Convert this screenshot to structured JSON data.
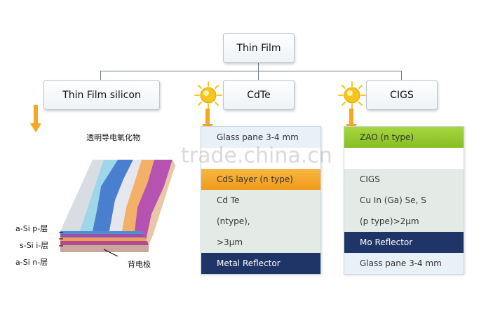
{
  "root": {
    "label": "Thin Film"
  },
  "branches": [
    {
      "label": "Thin Film silicon"
    },
    {
      "label": "CdTe"
    },
    {
      "label": "CIGS"
    }
  ],
  "silicon": {
    "top_label": "透明导电氧化物",
    "layer_labels": [
      "a-Si p-层",
      "s-Si i-层",
      "a-Si n-层"
    ],
    "bottom_label": "背电极"
  },
  "cdte_layers": [
    {
      "label": "Glass pane 3-4 mm",
      "color": "#e8f0f8"
    },
    {
      "label": "",
      "color": "#ffffff"
    },
    {
      "label": "CdS layer (n type)",
      "color": "#f3a321"
    },
    {
      "label": "Cd Te",
      "color": "#e4ebe6"
    },
    {
      "label": "(ntype),",
      "color": "#e4ebe6"
    },
    {
      "label": ">3μm",
      "color": "#e4ebe6"
    },
    {
      "label": "Metal Reflector",
      "color": "#1f3467"
    }
  ],
  "cigs_layers": [
    {
      "label": "ZAO (n type)",
      "color": "#97cc30"
    },
    {
      "label": "",
      "color": "#ffffff"
    },
    {
      "label": "CIGS",
      "color": "#e4ebe6"
    },
    {
      "label": "Cu In (Ga) Se, S",
      "color": "#e4ebe6"
    },
    {
      "label": "(p type)>2μm",
      "color": "#e4ebe6"
    },
    {
      "label": "Mo Reflector",
      "color": "#1f3467"
    },
    {
      "label": "Glass pane 3-4 mm",
      "color": "#e8f0f8"
    }
  ],
  "watermark": "trade.china.cn",
  "colors": {
    "sun": "#f7c51b",
    "arrow": "#f4a820",
    "connector": "#6b7f8c"
  }
}
